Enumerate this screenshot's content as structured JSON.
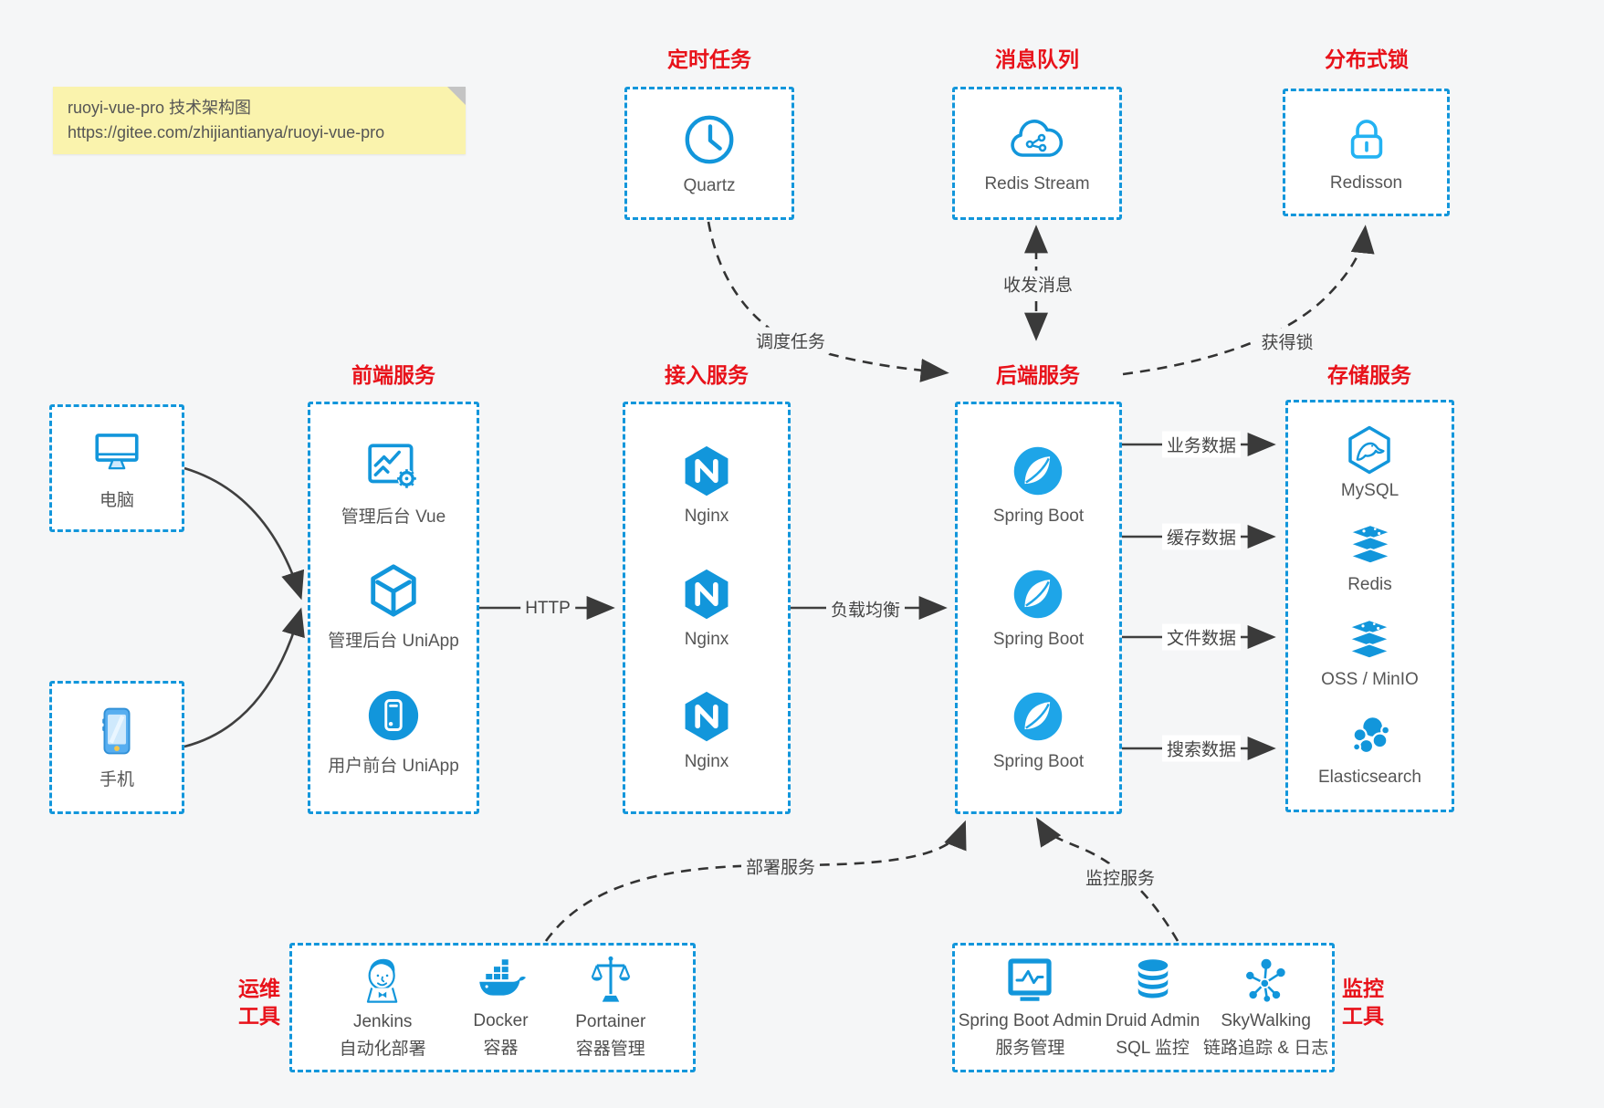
{
  "sticky_note": {
    "title": "ruoyi-vue-pro 技术架构图",
    "url": "https://gitee.com/zhijiantianya/ruoyi-vue-pro"
  },
  "colors": {
    "accent_blue": "#1296db",
    "label_red": "#e8121a",
    "background": "#f5f6f7",
    "box_background": "#ffffff",
    "note_background": "#faf3ad",
    "wire_dark": "#3a3a3a"
  },
  "top_services": [
    {
      "title": "定时任务",
      "item": {
        "icon": "clock-icon",
        "label": "Quartz"
      }
    },
    {
      "title": "消息队列",
      "item": {
        "icon": "cloud-network-icon",
        "label": "Redis Stream"
      }
    },
    {
      "title": "分布式锁",
      "item": {
        "icon": "lock-icon",
        "label": "Redisson"
      }
    }
  ],
  "clients": [
    {
      "icon": "desktop-icon",
      "label": "电脑"
    },
    {
      "icon": "smartphone-icon",
      "label": "手机"
    }
  ],
  "columns": [
    {
      "title": "前端服务",
      "items": [
        {
          "icon": "admin-screen-icon",
          "label": "管理后台 Vue"
        },
        {
          "icon": "cube-icon",
          "label": "管理后台 UniApp"
        },
        {
          "icon": "phone-circle-icon",
          "label": "用户前台 UniApp"
        }
      ]
    },
    {
      "title": "接入服务",
      "items": [
        {
          "icon": "nginx-icon",
          "label": "Nginx"
        },
        {
          "icon": "nginx-icon",
          "label": "Nginx"
        },
        {
          "icon": "nginx-icon",
          "label": "Nginx"
        }
      ]
    },
    {
      "title": "后端服务",
      "items": [
        {
          "icon": "spring-boot-icon",
          "label": "Spring Boot"
        },
        {
          "icon": "spring-boot-icon",
          "label": "Spring Boot"
        },
        {
          "icon": "spring-boot-icon",
          "label": "Spring Boot"
        }
      ]
    },
    {
      "title": "存储服务",
      "items": [
        {
          "icon": "mysql-icon",
          "label": "MySQL"
        },
        {
          "icon": "redis-stack-icon",
          "label": "Redis"
        },
        {
          "icon": "storage-stack-icon",
          "label": "OSS / MinIO"
        },
        {
          "icon": "elasticsearch-icon",
          "label": "Elasticsearch"
        }
      ]
    }
  ],
  "tool_groups": [
    {
      "title_lines": [
        "运维",
        "工具"
      ],
      "items": [
        {
          "icon": "jenkins-icon",
          "name": "Jenkins",
          "desc": "自动化部署"
        },
        {
          "icon": "docker-icon",
          "name": "Docker",
          "desc": "容器"
        },
        {
          "icon": "portainer-icon",
          "name": "Portainer",
          "desc": "容器管理"
        }
      ]
    },
    {
      "title_lines": [
        "监控",
        "工具"
      ],
      "items": [
        {
          "icon": "spring-boot-admin-icon",
          "name": "Spring Boot Admin",
          "desc": "服务管理"
        },
        {
          "icon": "druid-icon",
          "name": "Druid Admin",
          "desc": "SQL 监控"
        },
        {
          "icon": "skywalking-icon",
          "name": "SkyWalking",
          "desc": "链路追踪 & 日志"
        }
      ]
    }
  ],
  "edges": {
    "http": "HTTP",
    "load_balance": "负载均衡",
    "schedule": "调度任务",
    "message": "收发消息",
    "acquire_lock": "获得锁",
    "business_data": "业务数据",
    "cache_data": "缓存数据",
    "file_data": "文件数据",
    "search_data": "搜索数据",
    "deploy": "部署服务",
    "monitor": "监控服务"
  }
}
